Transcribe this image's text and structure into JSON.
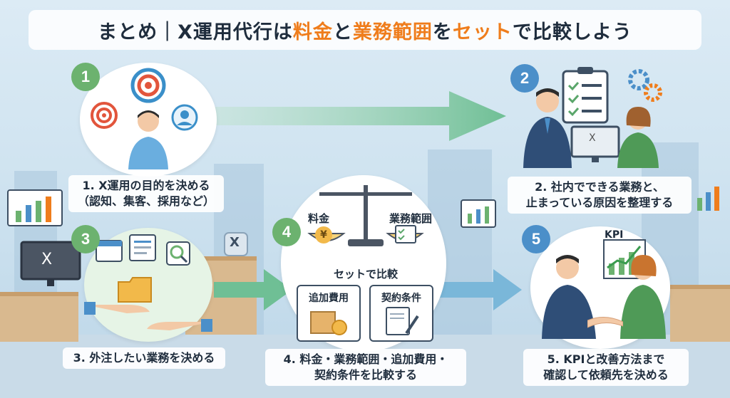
{
  "title": {
    "prefix": "まとめ｜X運用代行は",
    "hl1": "料金",
    "mid1": "と",
    "hl2": "業務範囲",
    "mid2": "を",
    "hl3": "セット",
    "suffix": "で比較しよう"
  },
  "steps": [
    {
      "num": "1",
      "line1": "1. X運用の目的を決める",
      "line2": "（認知、集客、採用など）"
    },
    {
      "num": "2",
      "line1": "2. 社内でできる業務と、",
      "line2": "止まっている原因を整理する"
    },
    {
      "num": "3",
      "line1": "3. 外注したい業務を決める",
      "line2": ""
    },
    {
      "num": "4",
      "line1": "4. 料金・業務範囲・追加費用・",
      "line2": "契約条件を比較する"
    },
    {
      "num": "5",
      "line1": "5. KPIと改善方法まで",
      "line2": "確認して依頼先を決める"
    }
  ],
  "scale": {
    "left": "料金",
    "right": "業務範囲",
    "center": "セットで比較",
    "box1": "追加費用",
    "box2": "契約条件",
    "yen": "¥"
  },
  "kpi_label": "KPI",
  "x_label": "X",
  "colors": {
    "accent": "#ef7d1c",
    "green": "#6cb26f",
    "blue": "#4b8fc9",
    "arrowGreen": "#6fbf95",
    "arrowBlue": "#7ab7d9"
  }
}
